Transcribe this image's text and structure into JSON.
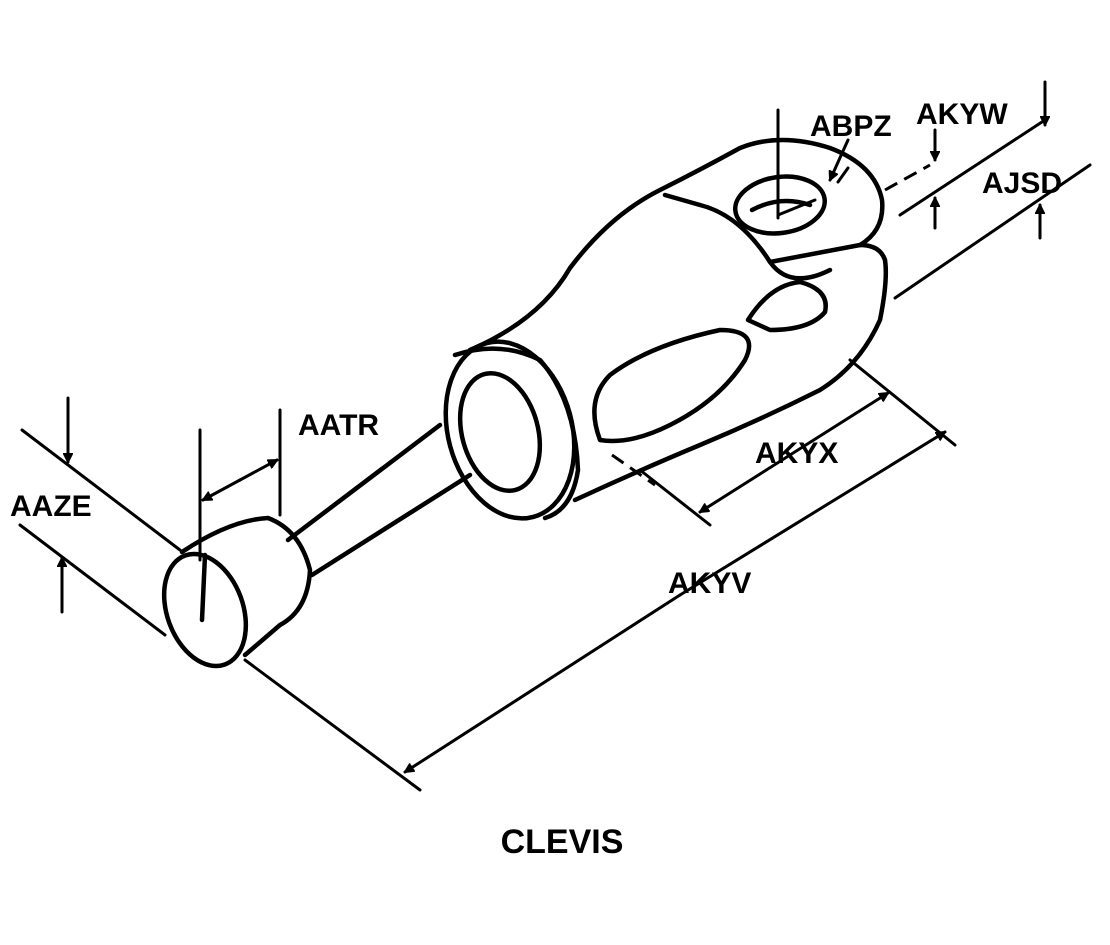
{
  "diagram": {
    "caption": "CLEVIS",
    "dimensions": {
      "abpz": "ABPZ",
      "akyw": "AKYW",
      "ajsd": "AJSD",
      "aatr": "AATR",
      "aaze": "AAZE",
      "akyx": "AKYX",
      "akyv": "AKYV"
    },
    "colors": {
      "ink": "#000000",
      "paper": "#ffffff"
    }
  }
}
